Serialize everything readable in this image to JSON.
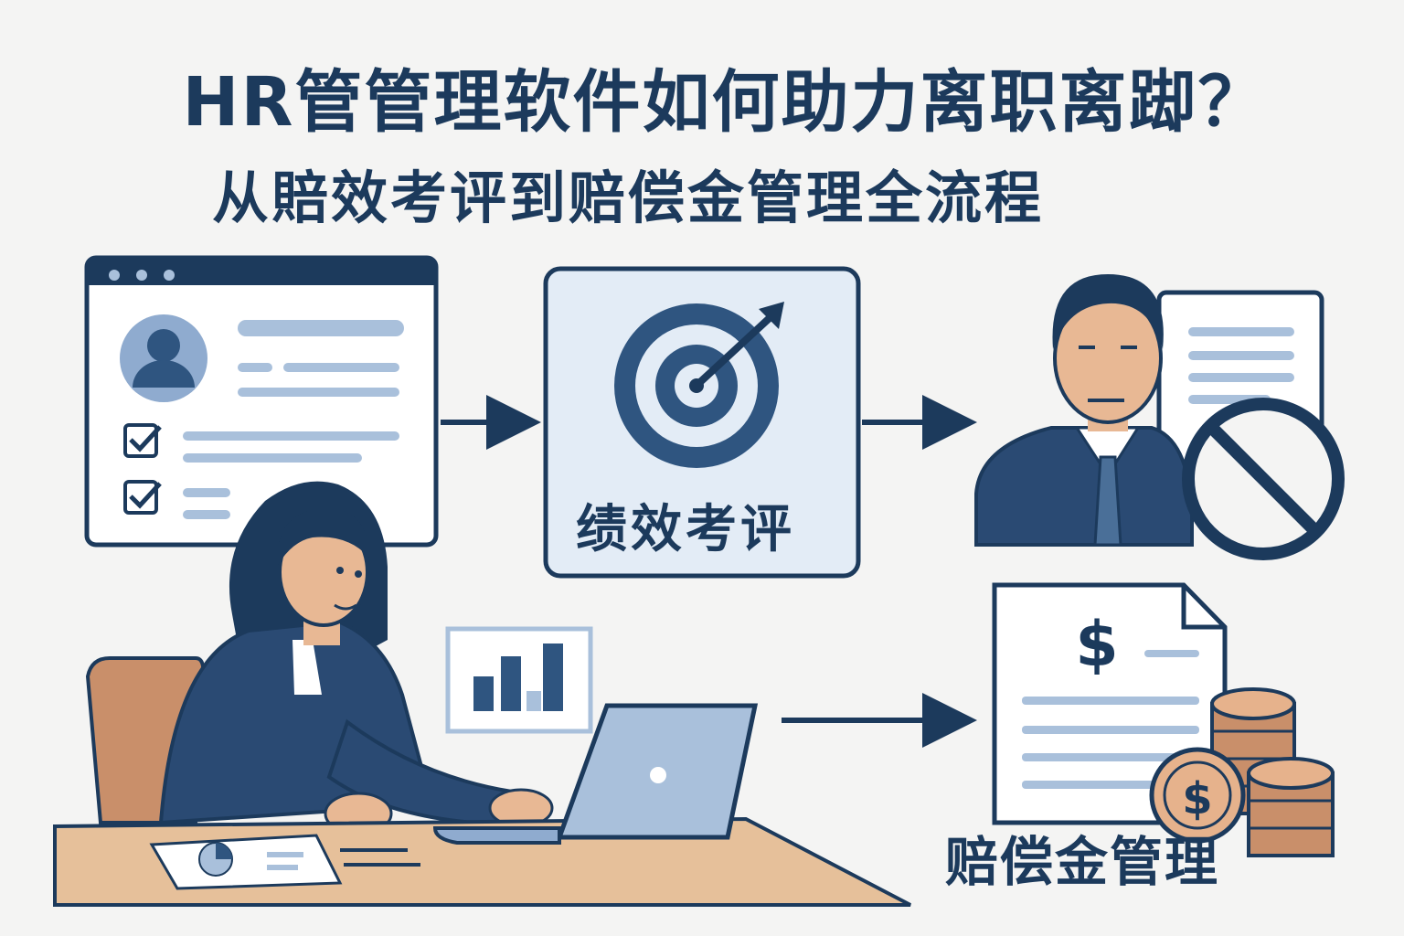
{
  "header": {
    "title": "HR管管理软件如何助力离职离踋？",
    "subtitle": "从賠效考评到赔偿金管理全流程"
  },
  "steps": {
    "performance_review": "绩效考评",
    "compensation_management": "赔偿金管理"
  },
  "icons": {
    "employee_profile": "profile-window-icon",
    "review": "target-arrow-icon",
    "dismissal": "prohibited-icon",
    "payment": "dollar-document-icon",
    "coins": "coin-stack-icon"
  },
  "colors": {
    "navy": "#1c3a5c",
    "mid_blue": "#4a6f98",
    "light_blue": "#a9c0db",
    "panel_blue": "#e3ecf6",
    "skin": "#e8b894",
    "desk": "#e6c09a",
    "coin": "#c98f6a"
  }
}
